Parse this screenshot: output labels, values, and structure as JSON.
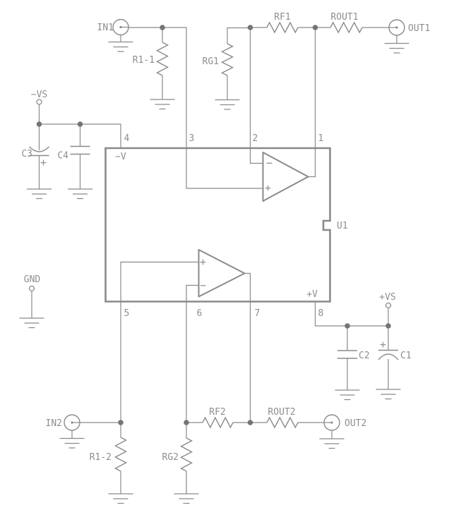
{
  "schematic": {
    "ic": {
      "ref": "U1",
      "neg_supply_pin_label": "−V",
      "pos_supply_pin_label": "+V",
      "pins": [
        "1",
        "2",
        "3",
        "4",
        "5",
        "6",
        "7",
        "8"
      ]
    },
    "opamp_marks": {
      "plus": "+",
      "minus": "−"
    },
    "polarity_mark": "+",
    "ports": {
      "in1": "IN1",
      "out1": "OUT1",
      "in2": "IN2",
      "out2": "OUT2",
      "neg_supply": "−VS",
      "pos_supply": "+VS",
      "gnd": "GND"
    },
    "resistors": {
      "r1_1": "R1-1",
      "rg1": "RG1",
      "rf1": "RF1",
      "rout1": "ROUT1",
      "r1_2": "R1-2",
      "rg2": "RG2",
      "rf2": "RF2",
      "rout2": "ROUT2"
    },
    "capacitors": {
      "c1": "C1",
      "c2": "C2",
      "c3": "C3",
      "c4": "C4"
    },
    "colors": {
      "wire": "#8a8a8a",
      "text": "#8e8e8e",
      "junction": "#757575",
      "background": "#ffffff"
    }
  }
}
